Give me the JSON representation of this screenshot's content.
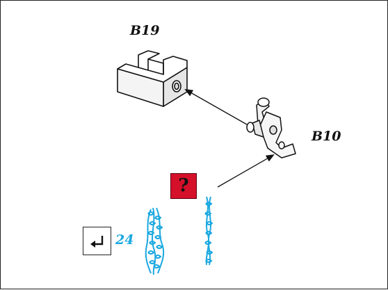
{
  "labels": {
    "part_top": "B19",
    "part_right": "B10",
    "help": "?",
    "step": "24"
  },
  "icons": {
    "help": "question-icon",
    "back": "return-arrow-icon",
    "chain_left": "chain-icon",
    "chain_right": "chain-icon"
  },
  "colors": {
    "help_bg": "#d4102a",
    "chain": "#1aa8e0",
    "step": "#1aa8e0"
  }
}
